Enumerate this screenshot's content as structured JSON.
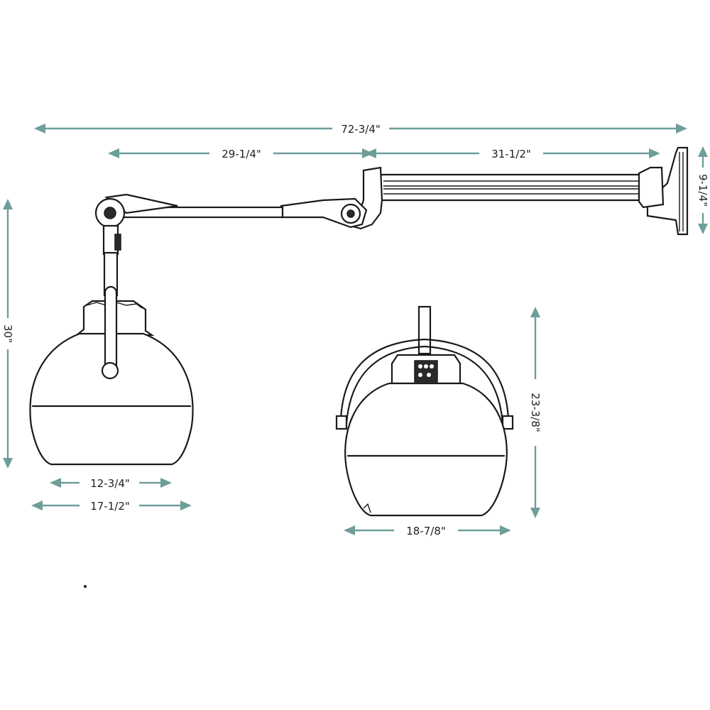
{
  "dimensions": {
    "overall_length": "72-3/4\"",
    "inner_arm": "29-1/4\"",
    "outer_arm": "31-1/2\"",
    "mount_height": "9-1/4\"",
    "total_height": "30\"",
    "hood_inner_width": "12-3/4\"",
    "hood_outer_width": "17-1/2\"",
    "front_hood_height": "23-3/8\"",
    "front_hood_width": "18-7/8\""
  },
  "colors": {
    "dimension_lines": "#6e9e99",
    "drawing_ink": "#1a1a1a"
  }
}
